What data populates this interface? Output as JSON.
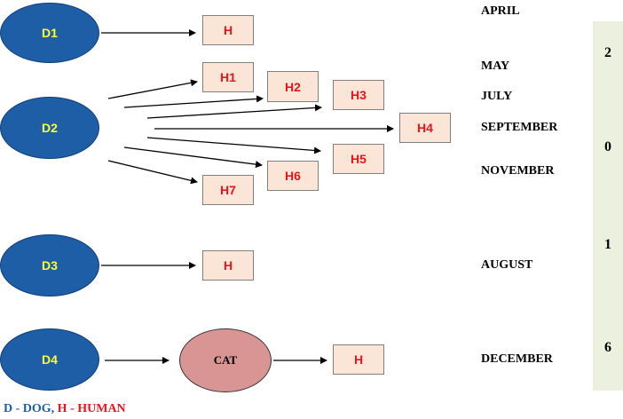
{
  "nodes": {
    "d1": "D1",
    "d2": "D2",
    "d3": "D3",
    "d4": "D4",
    "cat": "CAT",
    "h_d1": "H",
    "h1": "H1",
    "h2": "H2",
    "h3": "H3",
    "h4": "H4",
    "h5": "H5",
    "h6": "H6",
    "h7": "H7",
    "h_d3": "H",
    "h_d4": "H"
  },
  "months": {
    "april": "APRIL",
    "may": "MAY",
    "july": "JULY",
    "september": "SEPTEMBER",
    "november": "NOVEMBER",
    "august": "AUGUST",
    "december": "DECEMBER"
  },
  "year_digits": [
    "2",
    "0",
    "1",
    "6"
  ],
  "legend": {
    "dog": "D - DOG,",
    "human": "H - HUMAN"
  },
  "colors": {
    "dog_fill": "#1e5ea6",
    "dog_text": "#ffff33",
    "human_box": "#fbe5d6",
    "human_text": "#e8141c",
    "cat_fill": "#d99594",
    "year_bar": "#ebf1de"
  }
}
